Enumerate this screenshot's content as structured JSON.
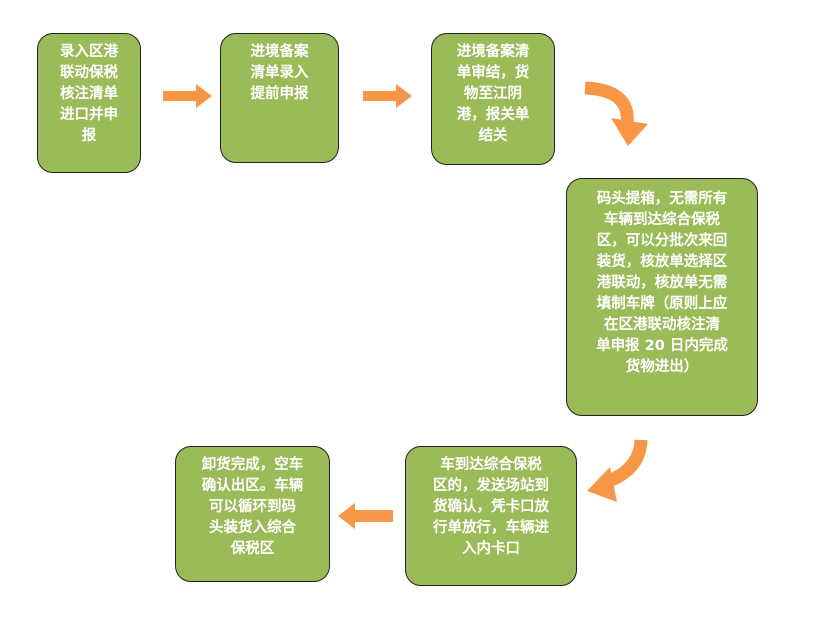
{
  "steps": [
    {
      "id": "step-1",
      "text": "录入区港\n联动保税\n核注清单\n进口并申\n报"
    },
    {
      "id": "step-2",
      "text": "进境备案\n清单录入\n提前申报"
    },
    {
      "id": "step-3",
      "text": "进境备案清\n单审结，货\n物至江阴\n港，报关单\n结关"
    },
    {
      "id": "step-4",
      "text": "码头提箱，无需所有\n车辆到达综合保税\n区，可以分批次来回\n装货，核放单选择区\n港联动，核放单无需\n填制车牌（原则上应\n在区港联动核注清\n单申报 20 日内完成\n货物进出）"
    },
    {
      "id": "step-5",
      "text": "车到达综合保税\n区的，发送场站到\n货确认，凭卡口放\n行单放行，车辆进\n入内卡口"
    },
    {
      "id": "step-6",
      "text": "卸货完成，空车\n确认出区。车辆\n可以循环到码\n头装货入综合\n保税区"
    }
  ],
  "colors": {
    "box_fill": "#9bbb59",
    "arrow": "#f79646",
    "text": "#ffffff"
  }
}
